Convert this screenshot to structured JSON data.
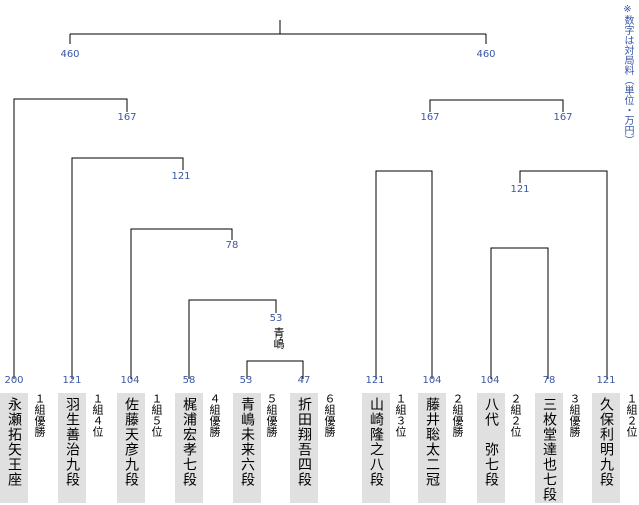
{
  "note": "※数字は対局料（単位・万円）",
  "venue_label": "青嶋",
  "players": [
    {
      "name": "永瀬拓矢王座",
      "rank": "１組優勝",
      "fee": "200"
    },
    {
      "name": "羽生善治九段",
      "rank": "１組４位",
      "fee": "121"
    },
    {
      "name": "佐藤天彦九段",
      "rank": "１組５位",
      "fee": "104"
    },
    {
      "name": "梶浦宏孝七段",
      "rank": "４組優勝",
      "fee": "58"
    },
    {
      "name": "青嶋未来六段",
      "rank": "５組優勝",
      "fee": "53"
    },
    {
      "name": "折田翔吾四段",
      "rank": "６組優勝",
      "fee": "47"
    },
    {
      "name": "山崎隆之八段",
      "rank": "１組３位",
      "fee": "121"
    },
    {
      "name": "藤井聡太二冠",
      "rank": "２組優勝",
      "fee": "104"
    },
    {
      "name": "八代　弥七段",
      "rank": "２組２位",
      "fee": "104"
    },
    {
      "name": "三枚堂達也七段",
      "rank": "３組優勝",
      "fee": "78"
    },
    {
      "name": "久保利明九段",
      "rank": "１組２位",
      "fee": "121"
    }
  ],
  "round_fees": {
    "final_left": "460",
    "final_right": "460",
    "semi_left": "167",
    "semi_right_a": "167",
    "semi_right_b": "167",
    "qf_left": "121",
    "qf_right": "121",
    "r3_left": "78",
    "r2_left": "53"
  }
}
